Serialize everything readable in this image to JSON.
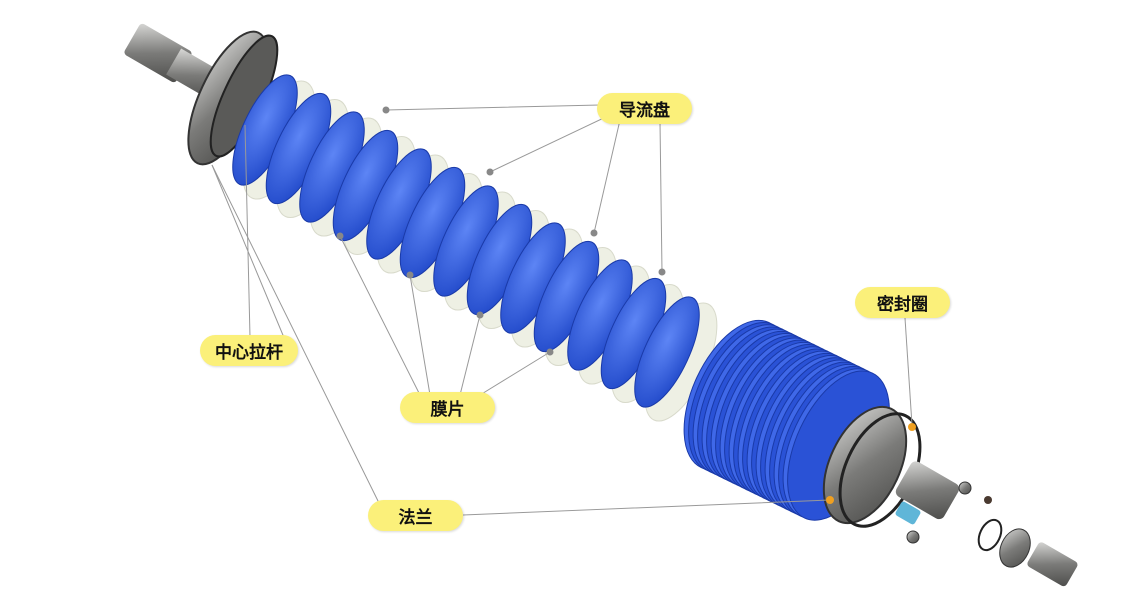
{
  "labels": {
    "guide_plate": "导流盘",
    "seal_ring": "密封圈",
    "center_rod": "中心拉杆",
    "membrane": "膜片",
    "flange": "法兰"
  },
  "colors": {
    "label_bg": "#fbf07a",
    "disc_blue": "#2f5fe0",
    "membrane_white": "#eef0e4",
    "metal": "#8a8a88",
    "leader": "#999999"
  }
}
